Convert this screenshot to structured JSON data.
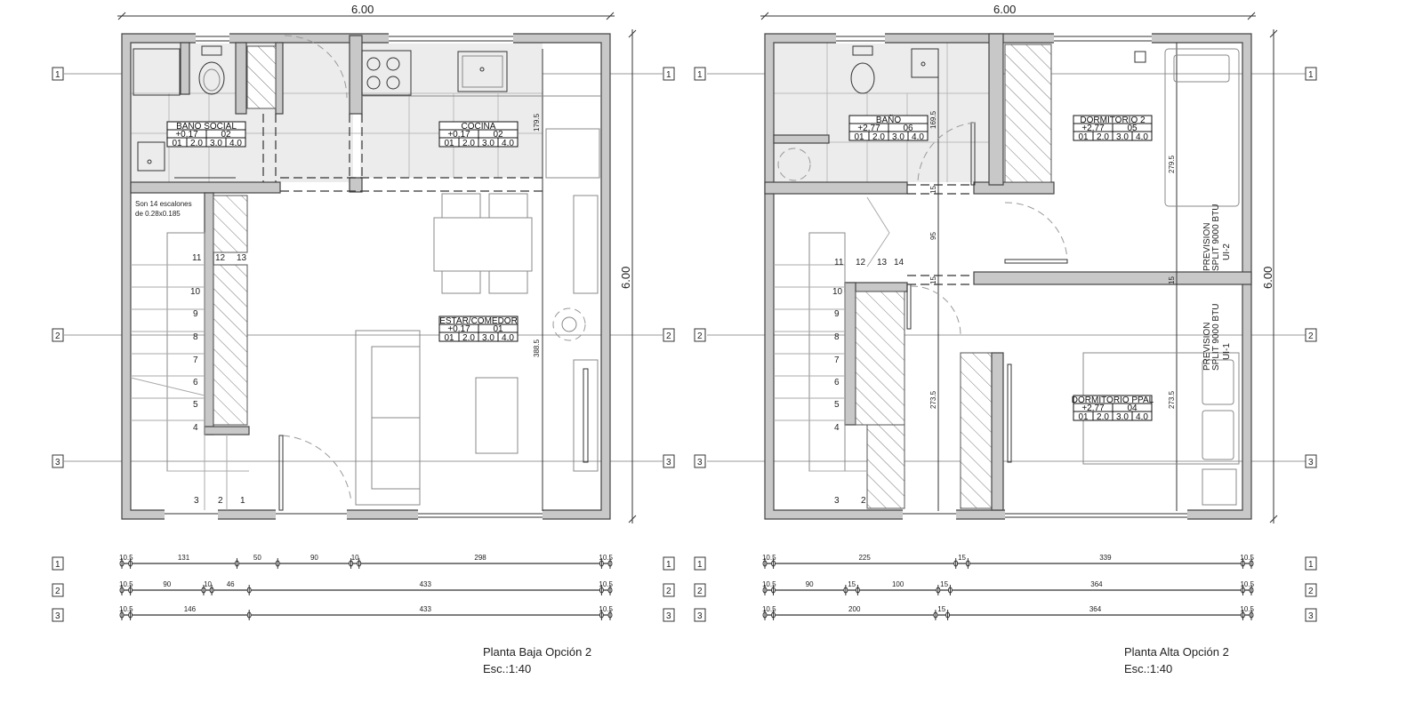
{
  "plans": [
    {
      "title": "Planta Baja Opción 2",
      "scale": "Esc.:1:40",
      "width_label": "6.00",
      "depth_label": "6.00",
      "axes": [
        "1",
        "2",
        "3"
      ],
      "rooms": [
        {
          "name": "BANO SOCIAL",
          "level": "+0.17",
          "number": "02",
          "finishes": [
            "01",
            "2.0",
            "3.0",
            "4.0"
          ]
        },
        {
          "name": "COCINA",
          "level": "+0.17",
          "number": "02",
          "finishes": [
            "01",
            "2.0",
            "3.0",
            "4.0"
          ]
        },
        {
          "name": "ESTAR/COMEDOR",
          "level": "+0.17",
          "number": "01",
          "finishes": [
            "01",
            "2.0",
            "3.0",
            "4.0"
          ]
        }
      ],
      "stair_note": [
        "Son 14 escalones",
        "de 0.28x0.185"
      ],
      "stair_numbers": [
        "1",
        "2",
        "3",
        "4",
        "5",
        "6",
        "7",
        "8",
        "9",
        "10",
        "11",
        "12",
        "13"
      ],
      "vertical_dims": [
        "179.5",
        "388.5"
      ],
      "dimension_rows": [
        {
          "axis": "1",
          "segments": [
            10.5,
            131,
            50,
            90,
            10,
            298,
            10.5
          ],
          "labels": [
            "10.5",
            "131",
            "50",
            "90",
            "10",
            "298",
            "10.5"
          ]
        },
        {
          "axis": "2",
          "segments": [
            10.5,
            90,
            10,
            46,
            433,
            10.5
          ],
          "labels": [
            "10.5",
            "90",
            "10",
            "46",
            "433",
            "10.5"
          ]
        },
        {
          "axis": "3",
          "segments": [
            10.5,
            146,
            433,
            10.5
          ],
          "labels": [
            "10.5",
            "146",
            "433",
            "10.5"
          ]
        }
      ]
    },
    {
      "title": "Planta Alta Opción 2",
      "scale": "Esc.:1:40",
      "width_label": "6.00",
      "depth_label": "6.00",
      "axes": [
        "1",
        "2",
        "3"
      ],
      "rooms": [
        {
          "name": "BAÑO",
          "level": "+2.77",
          "number": "06",
          "finishes": [
            "01",
            "2.0",
            "3.0",
            "4.0"
          ]
        },
        {
          "name": "DORMITORIO 2",
          "level": "+2.77",
          "number": "05",
          "finishes": [
            "01",
            "2.0",
            "3.0",
            "4.0"
          ]
        },
        {
          "name": "DORMITORIO PPAL",
          "level": "+2.77",
          "number": "04",
          "finishes": [
            "01",
            "2.0",
            "3.0",
            "4.0"
          ]
        }
      ],
      "split_notes": [
        {
          "line1": "PREVISION",
          "line2": "SPLIT 9000  BTU",
          "unit": "UI-2"
        },
        {
          "line1": "PREVISION",
          "line2": "SPLIT 9000  BTU",
          "unit": "UI-1"
        }
      ],
      "stair_numbers": [
        "2",
        "3",
        "4",
        "5",
        "6",
        "7",
        "8",
        "9",
        "10",
        "11",
        "12",
        "13",
        "14"
      ],
      "vertical_dims": [
        "169.5",
        "15",
        "95",
        "15",
        "273.5",
        "279.5",
        "15",
        "273.5"
      ],
      "dimension_rows": [
        {
          "axis": "1",
          "segments": [
            10.5,
            225,
            15,
            339,
            10.5
          ],
          "labels": [
            "10.5",
            "225",
            "15",
            "339",
            "10.5"
          ]
        },
        {
          "axis": "2",
          "segments": [
            10.5,
            90,
            15,
            100,
            15,
            364,
            10.5
          ],
          "labels": [
            "10.5",
            "90",
            "15",
            "100",
            "15",
            "364",
            "10.5"
          ]
        },
        {
          "axis": "3",
          "segments": [
            10.5,
            200,
            15,
            364,
            10.5
          ],
          "labels": [
            "10.5",
            "200",
            "15",
            "364",
            "10.5"
          ]
        }
      ]
    }
  ]
}
